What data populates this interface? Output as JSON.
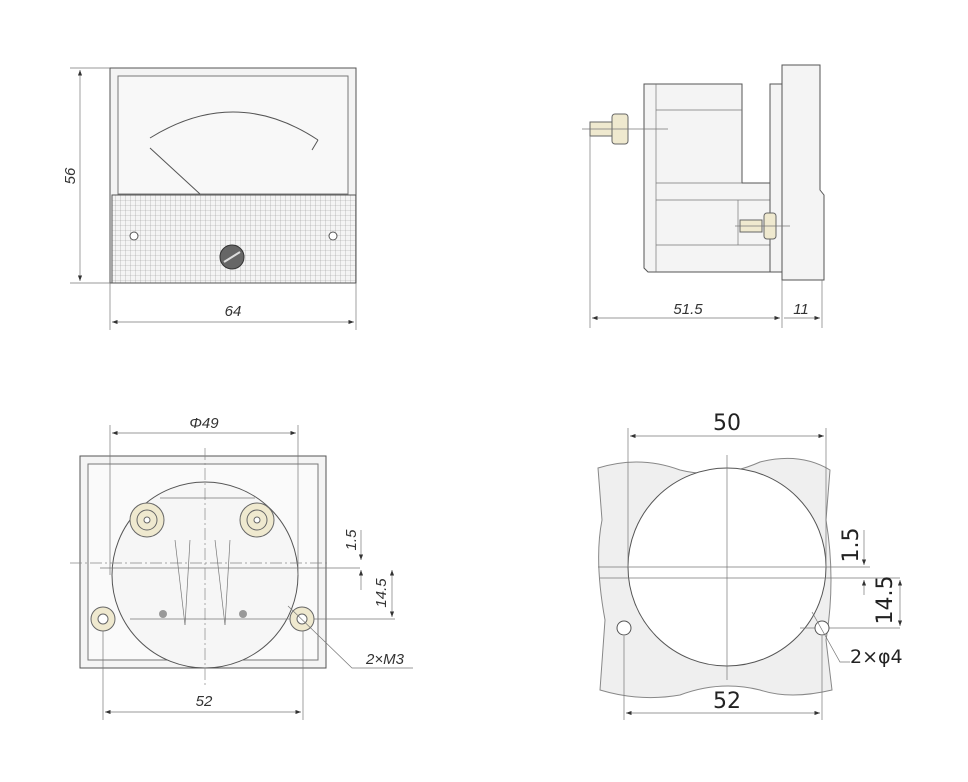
{
  "front_view": {
    "height_dim": "56",
    "width_dim": "64"
  },
  "side_view": {
    "depth_dim": "51.5",
    "flange_dim": "11"
  },
  "back_view": {
    "diameter_dim": "Φ49",
    "offset_dim": "1.5",
    "hole_offset_dim": "14.5",
    "hole_spacing_dim": "52",
    "thread_label": "2×M3"
  },
  "panel_cutout": {
    "cutout_dim": "50",
    "offset_dim": "1.5",
    "hole_offset_dim": "14.5",
    "hole_spacing_dim": "52",
    "hole_label": "2×φ4"
  },
  "colors": {
    "line": "#555555",
    "nut": "#efe9cf",
    "background": "#ffffff"
  }
}
